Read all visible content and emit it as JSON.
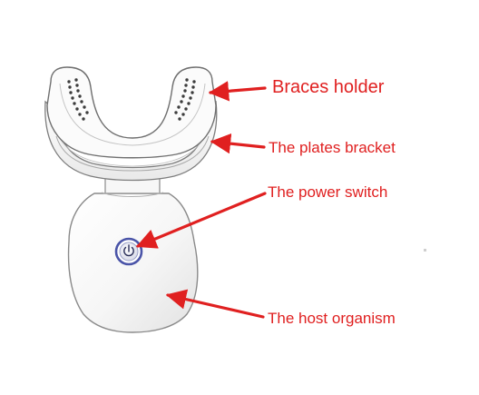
{
  "colors": {
    "callout": "#e02020",
    "device_body": "#f4f4f4",
    "outline": "#8a8a8a",
    "switch_ring": "#4a54a8"
  },
  "callouts": {
    "braces_holder": "Braces holder",
    "plates_bracket": "The plates bracket",
    "power_switch": "The power switch",
    "host_organism": "The host organism"
  }
}
